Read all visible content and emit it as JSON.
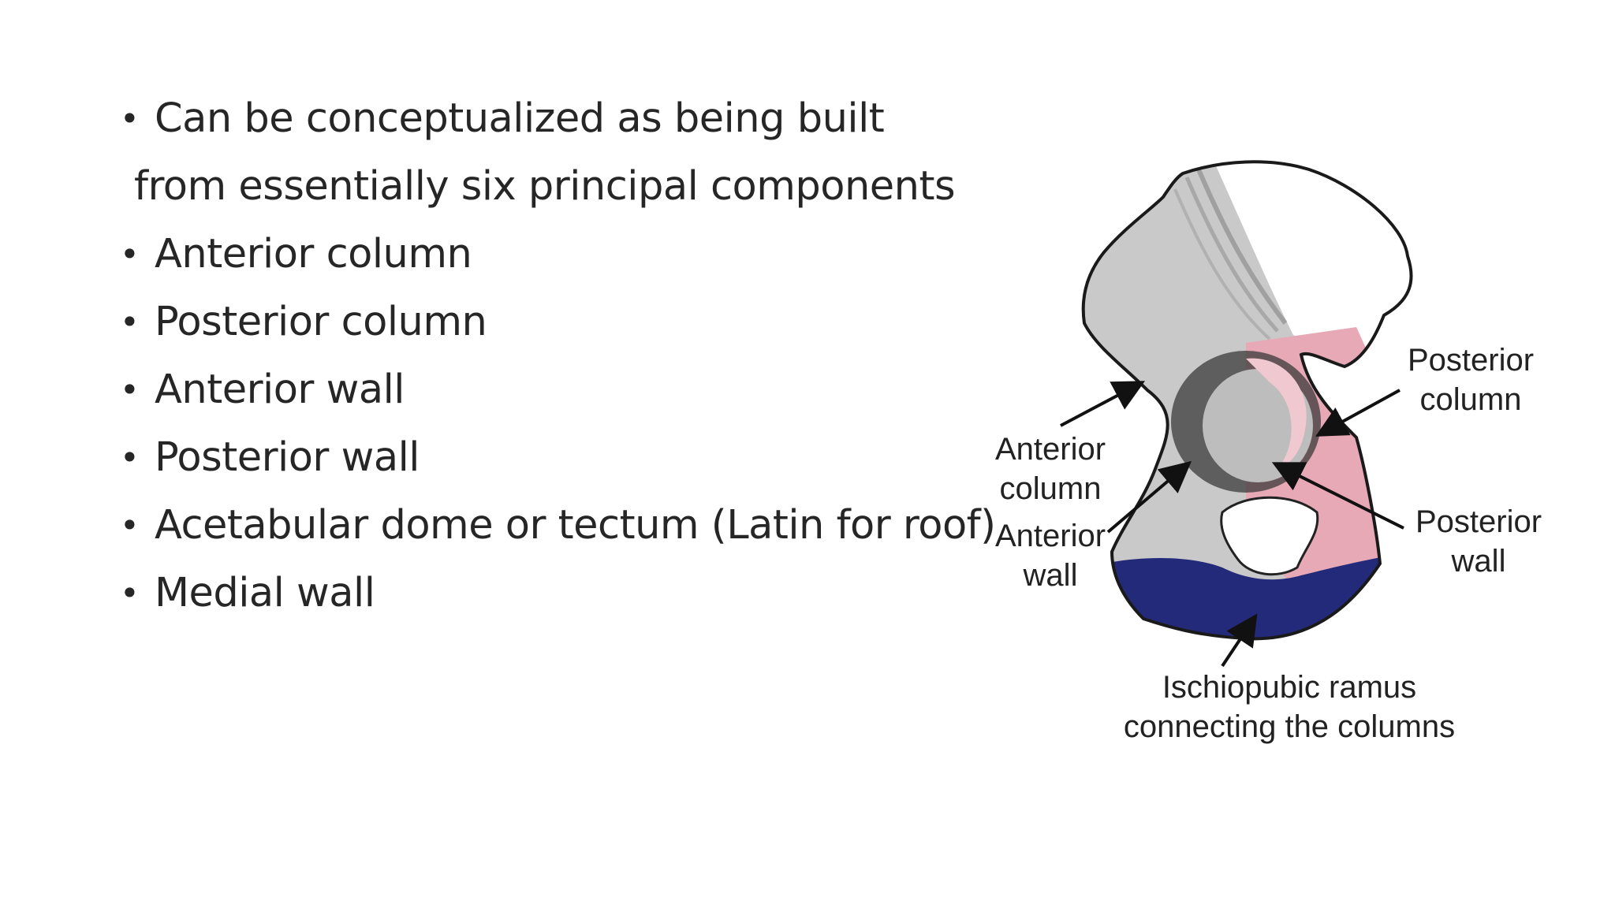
{
  "bullets": [
    {
      "text": "Can be conceptualized as being built",
      "has_dot": true
    },
    {
      "text": "from essentially six principal components",
      "has_dot": false
    },
    {
      "text": "Anterior column",
      "has_dot": true
    },
    {
      "text": "Posterior column",
      "has_dot": true
    },
    {
      "text": "Anterior wall",
      "has_dot": true
    },
    {
      "text": "Posterior wall",
      "has_dot": true
    },
    {
      "text": "Acetabular dome or tectum (Latin for roof)",
      "has_dot": true
    },
    {
      "text": "Medial wall",
      "has_dot": true
    }
  ],
  "bullet_glyph": "•",
  "figure": {
    "labels": {
      "anterior_column_1": "Anterior",
      "anterior_column_2": "column",
      "anterior_wall_1": "Anterior",
      "anterior_wall_2": "wall",
      "posterior_column_1": "Posterior",
      "posterior_column_2": "column",
      "posterior_wall_1": "Posterior",
      "posterior_wall_2": "wall",
      "ramus_1": "Ischiopubic ramus",
      "ramus_2": "connecting the columns"
    },
    "colors": {
      "anterior_column": "#c9c9c9",
      "posterior_column": "#e6a9b5",
      "ischiopubic_ramus": "#232a7a",
      "outline": "#1a1a1a"
    }
  }
}
